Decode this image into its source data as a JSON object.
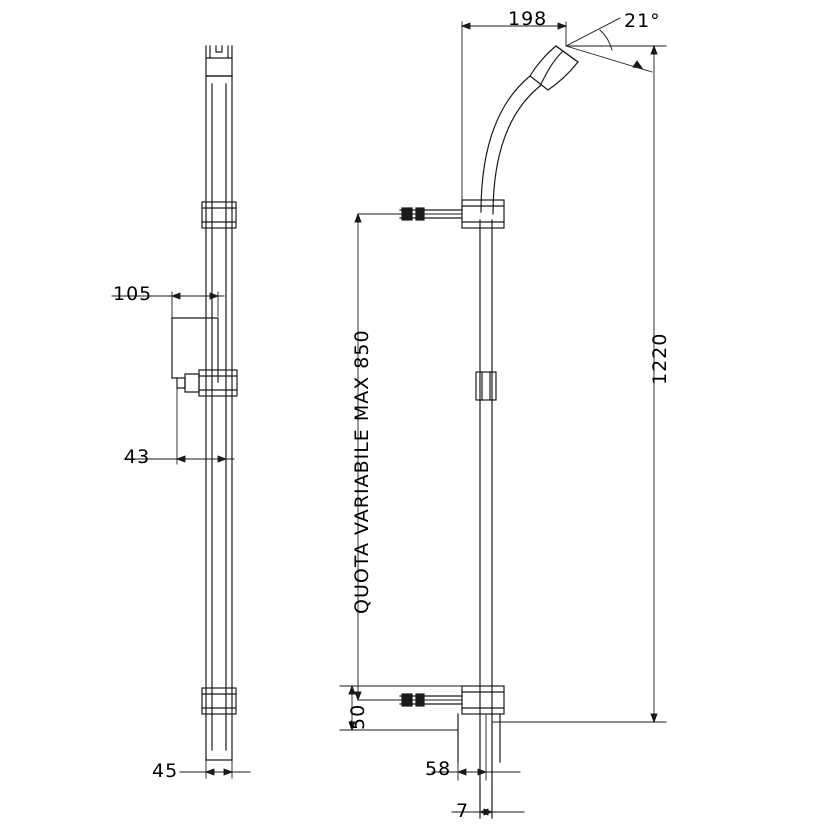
{
  "drawing": {
    "title": "shower-rail-technical-drawing",
    "line_color": "#1a1a1a",
    "background_color": "#ffffff",
    "dimensions": {
      "left_view": {
        "width_105": "105",
        "width_43": "43",
        "width_45": "45"
      },
      "right_view": {
        "reach_198": "198",
        "angle_21": "21°",
        "total_height_1220": "1220",
        "variable_height": "QUOTA VARIABILE MAX 850",
        "bottom_50": "50",
        "offset_58": "58",
        "pipe_7": "7"
      }
    }
  }
}
